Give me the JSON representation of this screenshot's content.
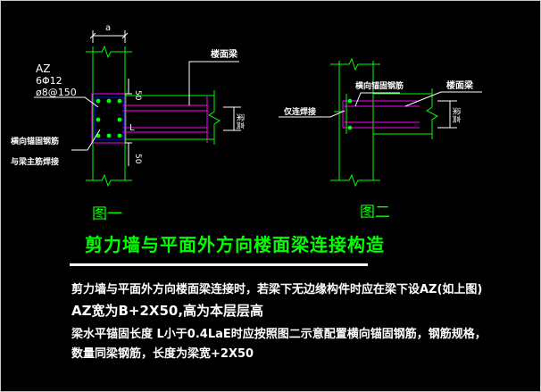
{
  "fig1": {
    "dim_a": "a",
    "label_az": "AZ",
    "label_bars": "6Φ12",
    "label_stirrup": "ø8@150",
    "label_floor_beam": "楼面梁",
    "label_50_top": "50",
    "label_50_bottom": "50",
    "label_beam_height": "梁高",
    "label_L": "L",
    "label_anchor_1": "横向锚固钢筋",
    "label_anchor_2": "与梁主筋焊接",
    "caption": "图一"
  },
  "fig2": {
    "label_anchor": "横向锚固钢筋",
    "label_floor_beam": "楼面梁",
    "label_weld": "仅连焊接",
    "label_beam_height": "梁高",
    "caption": "图二"
  },
  "title": "剪力墙与平面外方向楼面梁连接构造",
  "notes": {
    "line1": "剪力墙与平面外方向楼面梁连接时，若梁下无边缘构件时应在梁下设AZ(如上图)",
    "line2": "AZ宽为B+2X50,高为本层层高",
    "line3": "梁水平锚固长度  L小于0.4LaE时应按照图二示意配置横向锚固钢筋，钢筋规格，",
    "line4": "数量同梁钢筋，长度为梁宽+2X50"
  },
  "colors": {
    "background": "#000000",
    "wall_lines": "#00ff00",
    "beam_lines": "#ff00ff",
    "dims": "#ffffff",
    "rebar": "#00ff00",
    "text_green": "#00ff00",
    "text_white": "#ffffff",
    "stirrup_blue": "#0000ff"
  }
}
